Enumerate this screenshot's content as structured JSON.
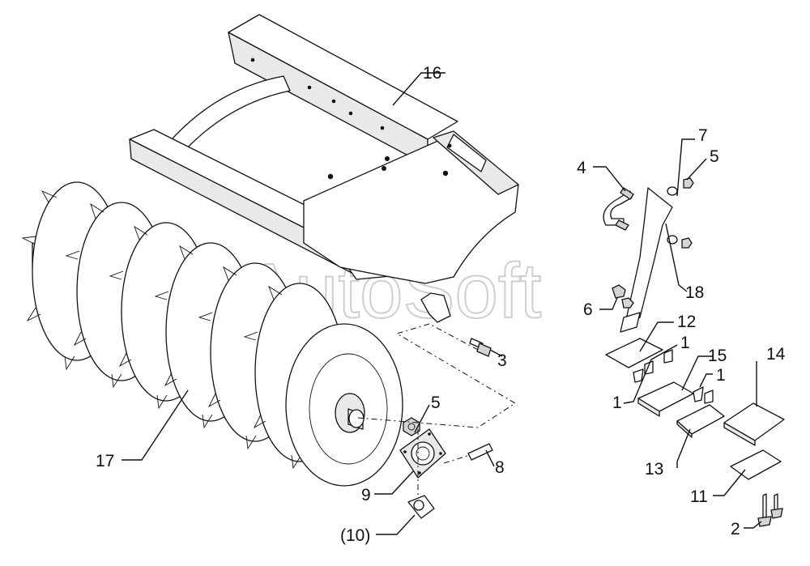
{
  "watermark": "AutoSoft",
  "callouts": {
    "c1a": "1",
    "c1b": "1",
    "c1c": "1",
    "c2": "2",
    "c3": "3",
    "c4": "4",
    "c5a": "5",
    "c5b": "5",
    "c6": "6",
    "c7": "7",
    "c8": "8",
    "c9": "9",
    "c10": "(10)",
    "c11": "11",
    "c12": "12",
    "c13": "13",
    "c14": "14",
    "c15": "15",
    "c16": "16",
    "c17": "17",
    "c18": "18"
  }
}
